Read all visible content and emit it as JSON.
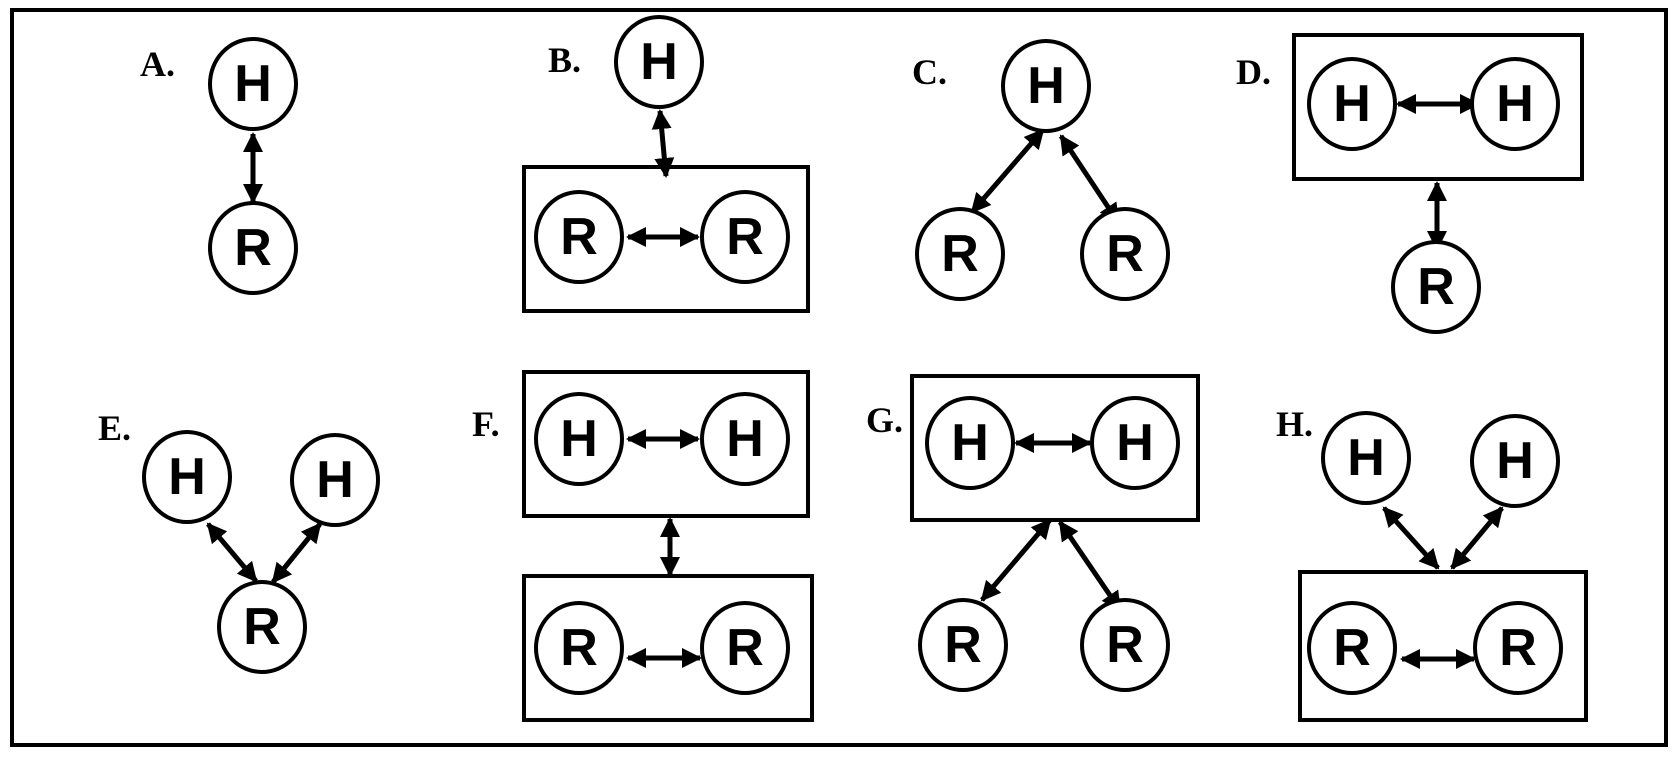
{
  "figure": {
    "panels": [
      {
        "letter": "A.",
        "nodes": [
          "H",
          "R"
        ]
      },
      {
        "letter": "B.",
        "nodes": [
          "H",
          "R",
          "R"
        ]
      },
      {
        "letter": "C.",
        "nodes": [
          "H",
          "R",
          "R"
        ]
      },
      {
        "letter": "D.",
        "nodes": [
          "H",
          "H",
          "R"
        ]
      },
      {
        "letter": "E.",
        "nodes": [
          "H",
          "H",
          "R"
        ]
      },
      {
        "letter": "F.",
        "nodes": [
          "H",
          "H",
          "R",
          "R"
        ]
      },
      {
        "letter": "G.",
        "nodes": [
          "H",
          "H",
          "R",
          "R"
        ]
      },
      {
        "letter": "H.",
        "nodes": [
          "H",
          "H",
          "R",
          "R"
        ]
      }
    ],
    "link_style": "double-headed-arrow",
    "line_color": "#000000",
    "background_color": "#ffffff"
  }
}
